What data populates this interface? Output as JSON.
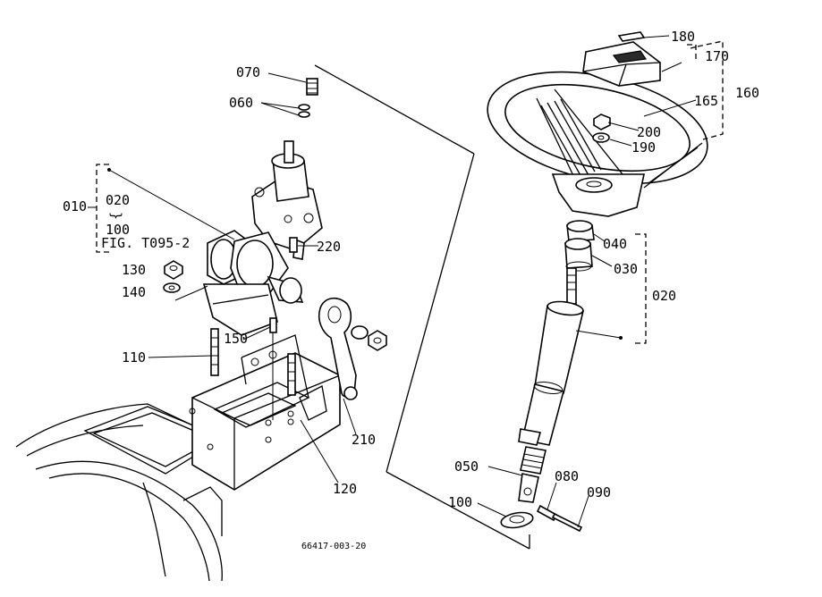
{
  "labels": {
    "l070": "070",
    "l060": "060",
    "l010": "010",
    "l020a": "020",
    "brace": "{",
    "l100a": "100",
    "fig": "FIG. T095-2",
    "l130": "130",
    "l140": "140",
    "l110": "110",
    "l150": "150",
    "l220": "220",
    "l210": "210",
    "l120": "120",
    "l180": "180",
    "l170": "170",
    "l160": "160",
    "l165": "165",
    "l200": "200",
    "l190": "190",
    "l040": "040",
    "l030": "030",
    "l020b": "020",
    "l050": "050",
    "l080": "080",
    "l090": "090",
    "l100b": "100"
  },
  "drawing_code": "66417-003-20"
}
